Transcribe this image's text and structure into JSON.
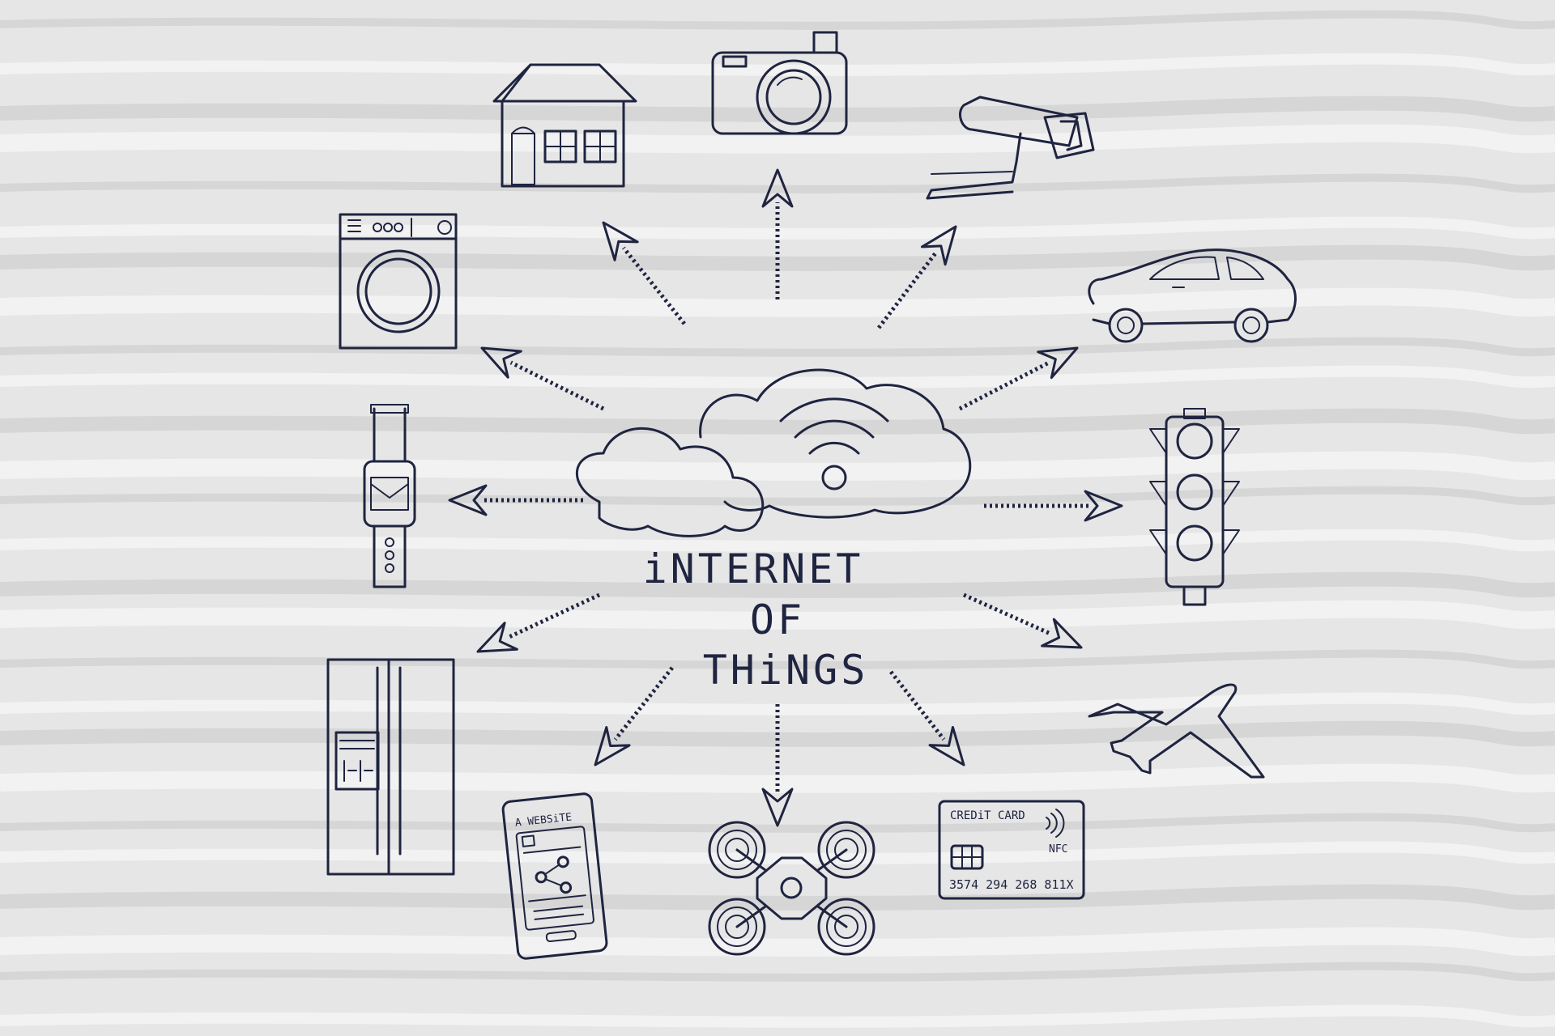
{
  "title": {
    "line1": "iNTERNET",
    "line2": "OF",
    "line3": "THiNGS"
  },
  "devices": [
    {
      "id": "house",
      "icon": "house-icon"
    },
    {
      "id": "camera",
      "icon": "camera-icon"
    },
    {
      "id": "cctv",
      "icon": "security-camera-icon"
    },
    {
      "id": "car",
      "icon": "car-icon"
    },
    {
      "id": "traffic",
      "icon": "traffic-light-icon"
    },
    {
      "id": "plane",
      "icon": "airplane-icon"
    },
    {
      "id": "card",
      "icon": "credit-card-icon"
    },
    {
      "id": "drone",
      "icon": "drone-icon"
    },
    {
      "id": "phone",
      "icon": "smartphone-icon"
    },
    {
      "id": "fridge",
      "icon": "refrigerator-icon"
    },
    {
      "id": "watch",
      "icon": "smartwatch-icon"
    },
    {
      "id": "washer",
      "icon": "washing-machine-icon"
    }
  ],
  "phone_screen": {
    "header": "A WEBSiTE"
  },
  "credit_card": {
    "label": "CREDiT CARD",
    "nfc": "NFC",
    "number": "3574 294 268 811X"
  },
  "colors": {
    "ink": "#1f2440",
    "background": "#e6e6e6"
  }
}
